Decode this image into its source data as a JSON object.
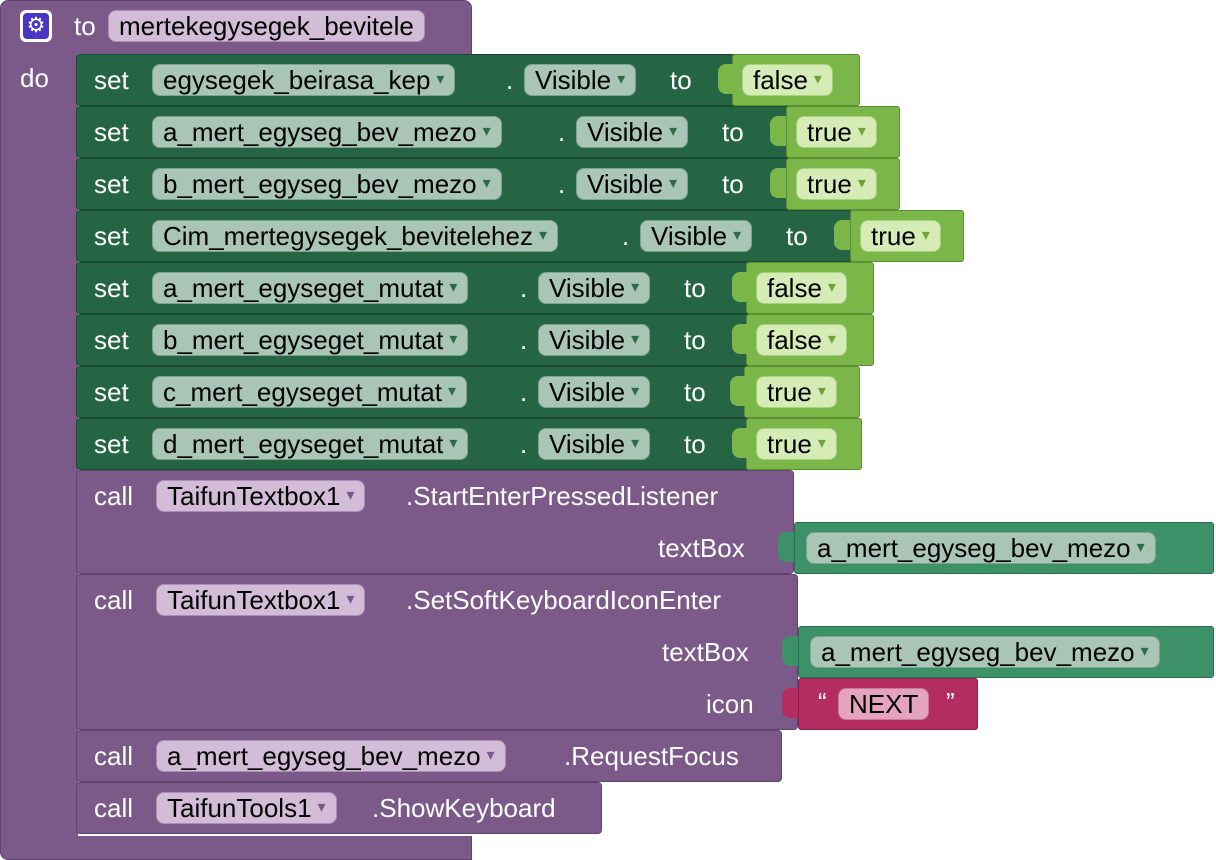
{
  "procedure": {
    "keyword_to": "to",
    "name": "mertekegysegek_bevitele",
    "keyword_do": "do",
    "icon": "gear-icon"
  },
  "set_blocks": [
    {
      "keyword": "set",
      "component": "egysegek_beirasa_kep",
      "property": "Visible",
      "to": "to",
      "value": "false"
    },
    {
      "keyword": "set",
      "component": "a_mert_egyseg_bev_mezo",
      "property": "Visible",
      "to": "to",
      "value": "true"
    },
    {
      "keyword": "set",
      "component": "b_mert_egyseg_bev_mezo",
      "property": "Visible",
      "to": "to",
      "value": "true"
    },
    {
      "keyword": "set",
      "component": "Cim_mertegysegek_bevitelehez",
      "property": "Visible",
      "to": "to",
      "value": "true"
    },
    {
      "keyword": "set",
      "component": "a_mert_egyseget_mutat",
      "property": "Visible",
      "to": "to",
      "value": "false"
    },
    {
      "keyword": "set",
      "component": "b_mert_egyseget_mutat",
      "property": "Visible",
      "to": "to",
      "value": "false"
    },
    {
      "keyword": "set",
      "component": "c_mert_egyseget_mutat",
      "property": "Visible",
      "to": "to",
      "value": "true"
    },
    {
      "keyword": "set",
      "component": "d_mert_egyseget_mutat",
      "property": "Visible",
      "to": "to",
      "value": "true"
    }
  ],
  "dot": ".",
  "call_blocks": [
    {
      "keyword": "call",
      "component": "TaifunTextbox1",
      "method": ".StartEnterPressedListener",
      "params": [
        {
          "name": "textBox",
          "value": "a_mert_egyseg_bev_mezo"
        }
      ]
    },
    {
      "keyword": "call",
      "component": "TaifunTextbox1",
      "method": ".SetSoftKeyboardIconEnter",
      "params": [
        {
          "name": "textBox",
          "value": "a_mert_egyseg_bev_mezo"
        },
        {
          "name": "icon",
          "value": "NEXT"
        }
      ]
    },
    {
      "keyword": "call",
      "component": "a_mert_egyseg_bev_mezo",
      "method": ".RequestFocus",
      "params": []
    },
    {
      "keyword": "call",
      "component": "TaifunTools1",
      "method": ".ShowKeyboard",
      "params": []
    }
  ],
  "text_quote_open": "“",
  "text_quote_close": "”",
  "dropdown_glyph": "▾",
  "colors": {
    "procedure": "#7b5a8a",
    "set_block": "#266544",
    "logic_block": "#7ab648",
    "component_block": "#3d9168",
    "text_block": "#b32d60",
    "gear_icon": "#4b35c4"
  }
}
